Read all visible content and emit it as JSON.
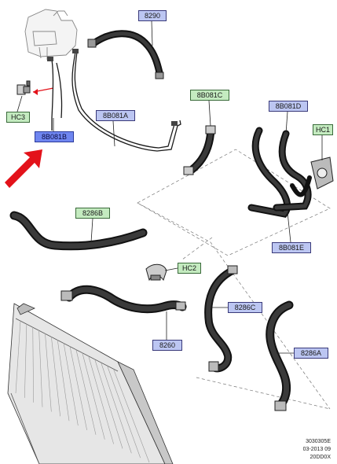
{
  "labels": {
    "p8290": "8290",
    "p8b081b": "8B081B",
    "p8b081a": "8B081A",
    "p8b081c": "8B081C",
    "p8b081d": "8B081D",
    "p8b081e": "8B081E",
    "p8286b": "8286B",
    "p8260": "8260",
    "p8286c": "8286C",
    "p8286a": "8286A",
    "hc1": "HC1",
    "hc2": "HC2",
    "hc3": "HC3"
  },
  "footer": {
    "line1": "3030305E",
    "line2": "03-2013 09",
    "line3": "20DD0X"
  },
  "colors": {
    "part_label_fill": "#bcc6f2",
    "clip_label_fill": "#c4ebc0",
    "highlighted_label_fill": "#6f86f0",
    "arrow": "#e3121a",
    "hose": "#1a1a1a"
  }
}
